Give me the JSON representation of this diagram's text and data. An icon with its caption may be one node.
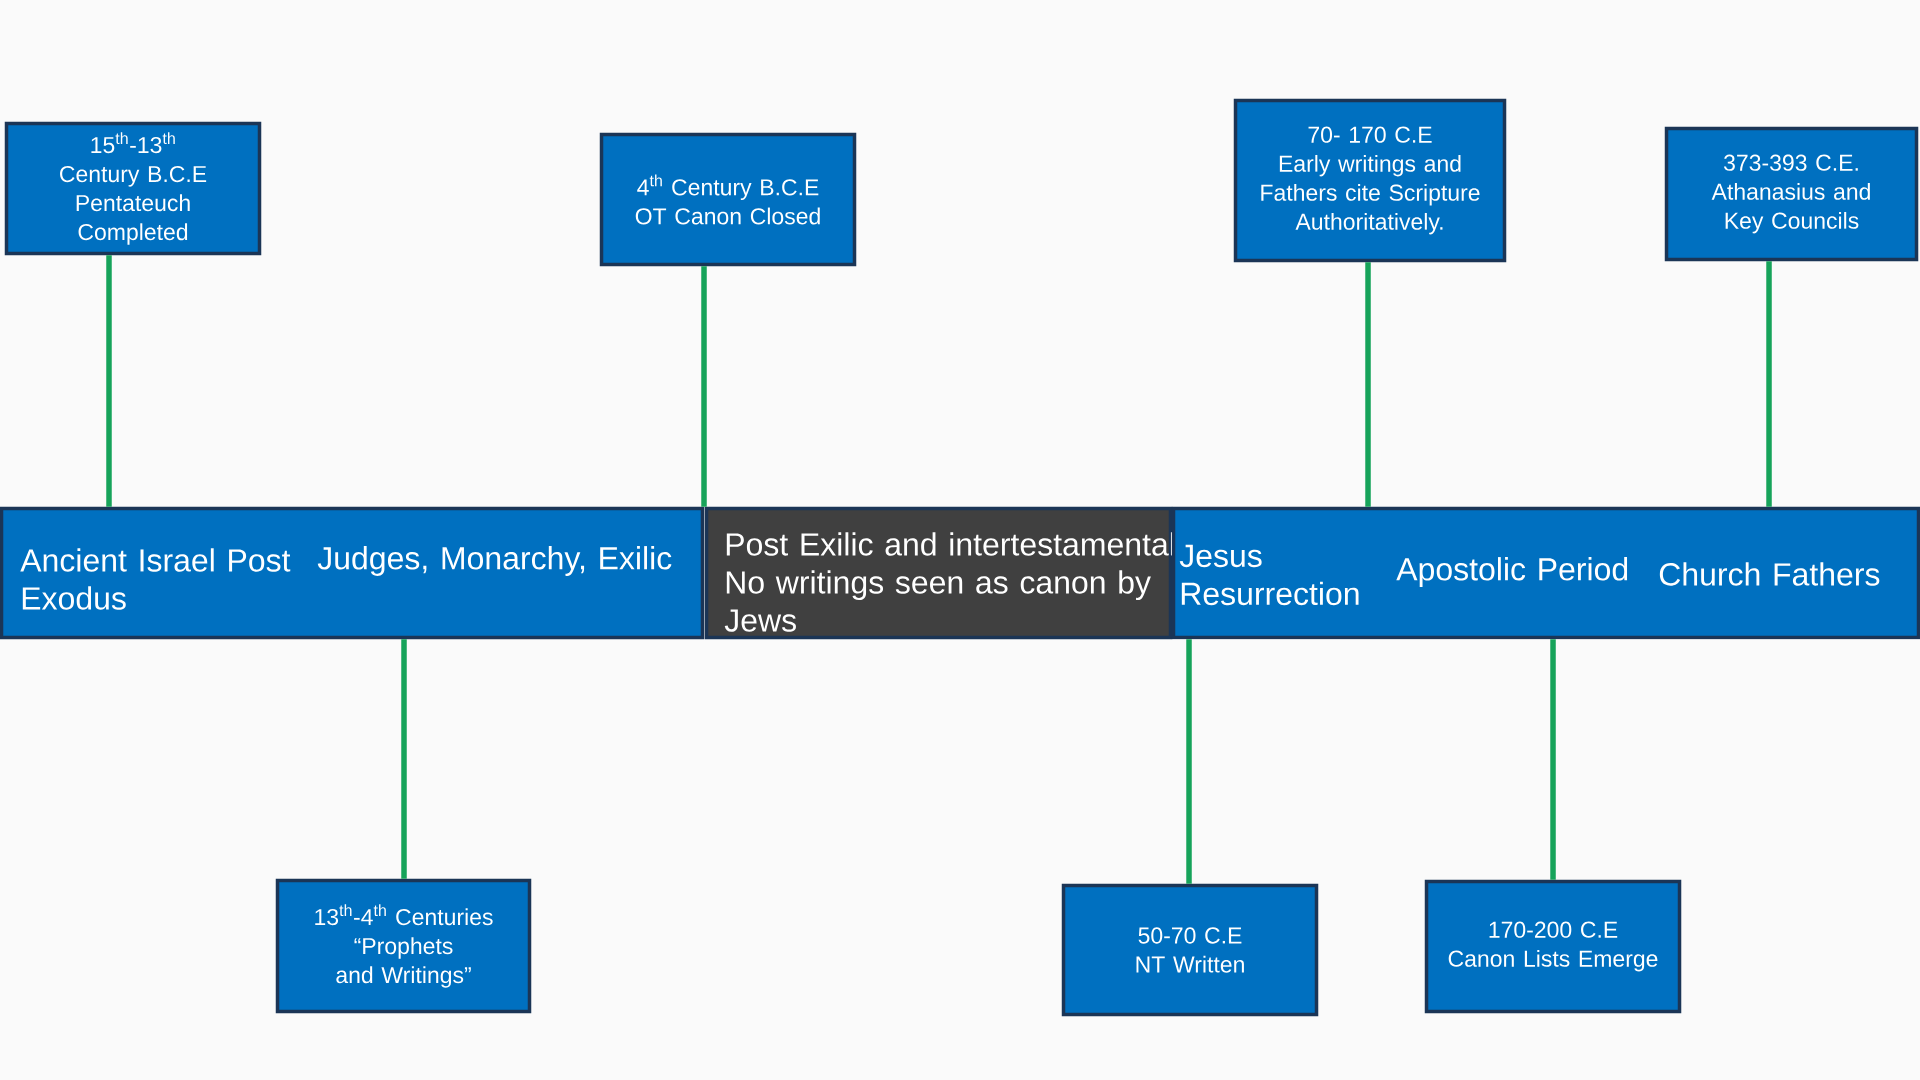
{
  "diagram": {
    "nodes": [
      {
        "text": [
          "15$^{th}$-13$^{th}$ Century B.C.E",
          "Pentateuch Completed"
        ]
      },
      {
        "text": [
          "4$^{th}$ Century B.C.E",
          "OT Canon Closed"
        ]
      },
      {
        "text": [
          "70- 170 C.E",
          "Early writings and Fathers cite Scripture Authoritatively."
        ]
      },
      {
        "text": [
          "373-393 C.E.",
          "Athanasius and Key Councils"
        ]
      },
      {
        "text": [
          "Ancient Israel Post Exodus",
          "Judges, Monarchy, Exilic"
        ]
      },
      {
        "text": [
          "Post Exilic and intertestamental No writings seen as canon by Jews"
        ]
      },
      {
        "text": [
          "Jesus Resurrection",
          "Apostolic Period",
          "Church Fathers"
        ]
      },
      {
        "text": [
          "13$^{th}$-4$^{th}$ Centuries",
          "“Prophets and Writings”"
        ]
      },
      {
        "text": [
          "50-70 C.E",
          "NT Written"
        ]
      },
      {
        "text": [
          "170-200 C.E",
          "Canon Lists Emerge"
        ]
      }
    ],
    "edges": [
      {
        "from": 0,
        "to": 4,
        "arrow": "none"
      },
      {
        "from": 1,
        "to": 4,
        "arrow": "none"
      },
      {
        "from": 2,
        "to": 6,
        "arrow": "none"
      },
      {
        "from": 3,
        "to": 6,
        "arrow": "none"
      },
      {
        "from": 7,
        "to": 4,
        "arrow": "none"
      },
      {
        "from": 8,
        "to": 6,
        "arrow": "none"
      },
      {
        "from": 9,
        "to": 6,
        "arrow": "none"
      }
    ]
  }
}
